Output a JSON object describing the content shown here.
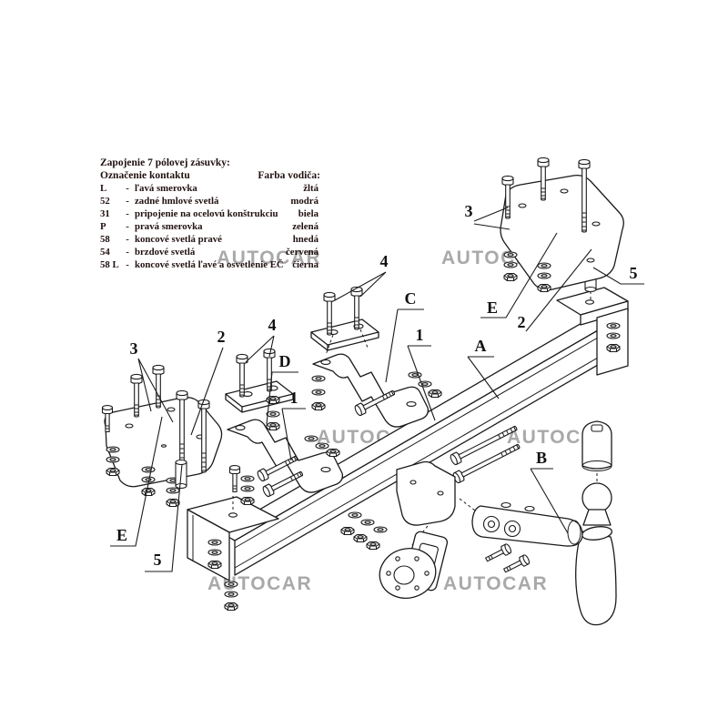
{
  "legend": {
    "title": "Zapojenie 7 pólovej zásuvky:",
    "col_contact": "Označenie kontaktu",
    "col_color": "Farba vodiča:",
    "rows": [
      {
        "id": "L",
        "dash": "-",
        "desc": "ľavá smerovka",
        "color": "žltá"
      },
      {
        "id": "52",
        "dash": "-",
        "desc": "zadné hmlové svetlá",
        "color": "modrá"
      },
      {
        "id": "31",
        "dash": "-",
        "desc": "pripojenie na ocelovú konštrukciu",
        "color": "biela"
      },
      {
        "id": "P",
        "dash": "-",
        "desc": "pravá smerovka",
        "color": "zelená"
      },
      {
        "id": "58",
        "dash": "-",
        "desc": "koncové svetlá pravé",
        "color": "hnedá"
      },
      {
        "id": "54",
        "dash": "-",
        "desc": "brzdové svetlá",
        "color": "červená"
      },
      {
        "id": "58 L",
        "dash": "-",
        "desc": "koncové svetlá ľavé a osvetlenie EČ",
        "color": "čierna"
      }
    ]
  },
  "watermark": {
    "text": "AUTOCAR",
    "color": "#a9a9a9"
  },
  "part_labels": [
    {
      "text": "3"
    },
    {
      "text": "2"
    },
    {
      "text": "E"
    },
    {
      "text": "5"
    },
    {
      "text": "4"
    },
    {
      "text": "C"
    },
    {
      "text": "1"
    },
    {
      "text": "A"
    },
    {
      "text": "4"
    },
    {
      "text": "D"
    },
    {
      "text": "1"
    },
    {
      "text": "2"
    },
    {
      "text": "3"
    },
    {
      "text": "E"
    },
    {
      "text": "5"
    },
    {
      "text": "B"
    }
  ],
  "diagram": {
    "line_color": "#1b1b1b"
  }
}
